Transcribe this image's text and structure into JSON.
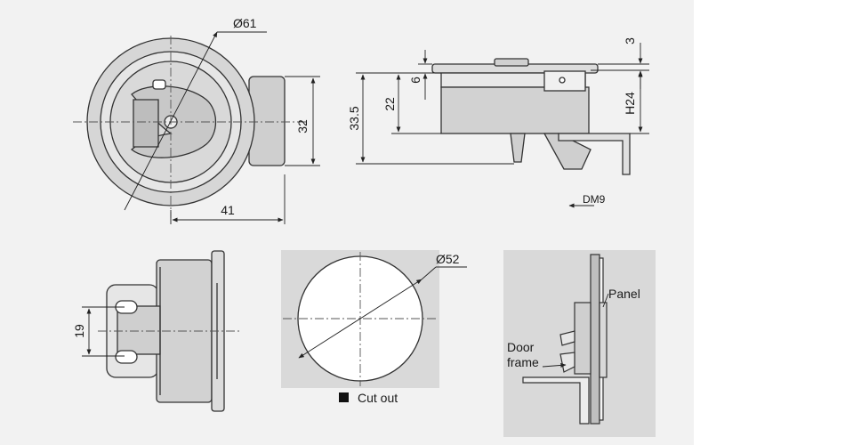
{
  "dimensions": {
    "front_diameter": "Ø61",
    "front_height": "32",
    "front_width": "41",
    "side_overall": "33.5",
    "side_body": "22",
    "side_flange": "6",
    "side_top": "3",
    "side_hook": "H24",
    "side_note": "DM9",
    "bottom_width": "19",
    "cutout_diameter": "Ø52"
  },
  "labels": {
    "cutout": "Cut out",
    "panel": "Panel",
    "door_line1": "Door",
    "door_line2": "frame"
  },
  "colors": {
    "sheet": "#f2f2f2",
    "cutout_panel": "#d9d9d9",
    "part_fill": "#d4d4d4",
    "part_light": "#e3e3e3",
    "line": "#333333"
  }
}
